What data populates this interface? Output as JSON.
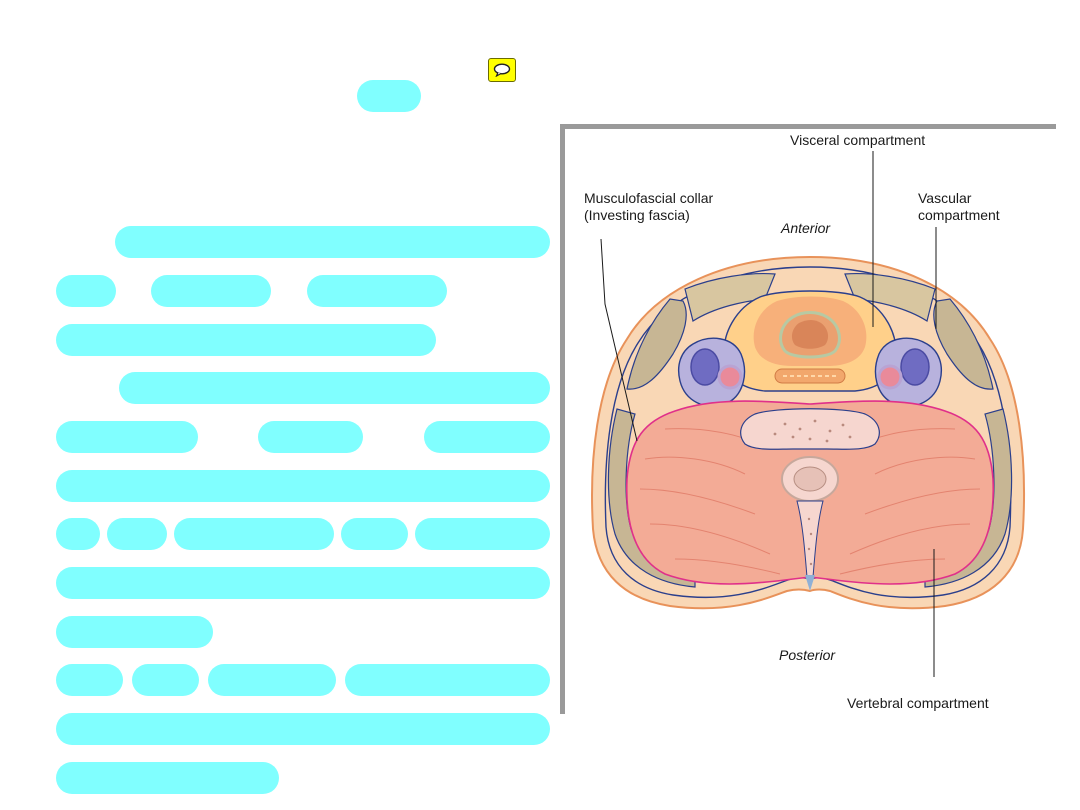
{
  "comment_icon": "speech-bubble-icon",
  "diagram": {
    "labels": {
      "visceral": "Visceral compartment",
      "collar_line1": "Musculofascial collar",
      "collar_line2": "(Investing fascia)",
      "vascular_line1": "Vascular",
      "vascular_line2": "compartment",
      "anterior": "Anterior",
      "posterior": "Posterior",
      "vertebral": "Vertebral compartment"
    },
    "colors": {
      "skin": "#f9d7b5",
      "muscle": "#f3ab96",
      "fascia_line": "#2b3f8c",
      "visceral_fill": "#ffd08a",
      "vascular_fill": "#b8b2dd",
      "vertebral_outline": "#e0308a",
      "redaction": "#80ffff"
    }
  }
}
